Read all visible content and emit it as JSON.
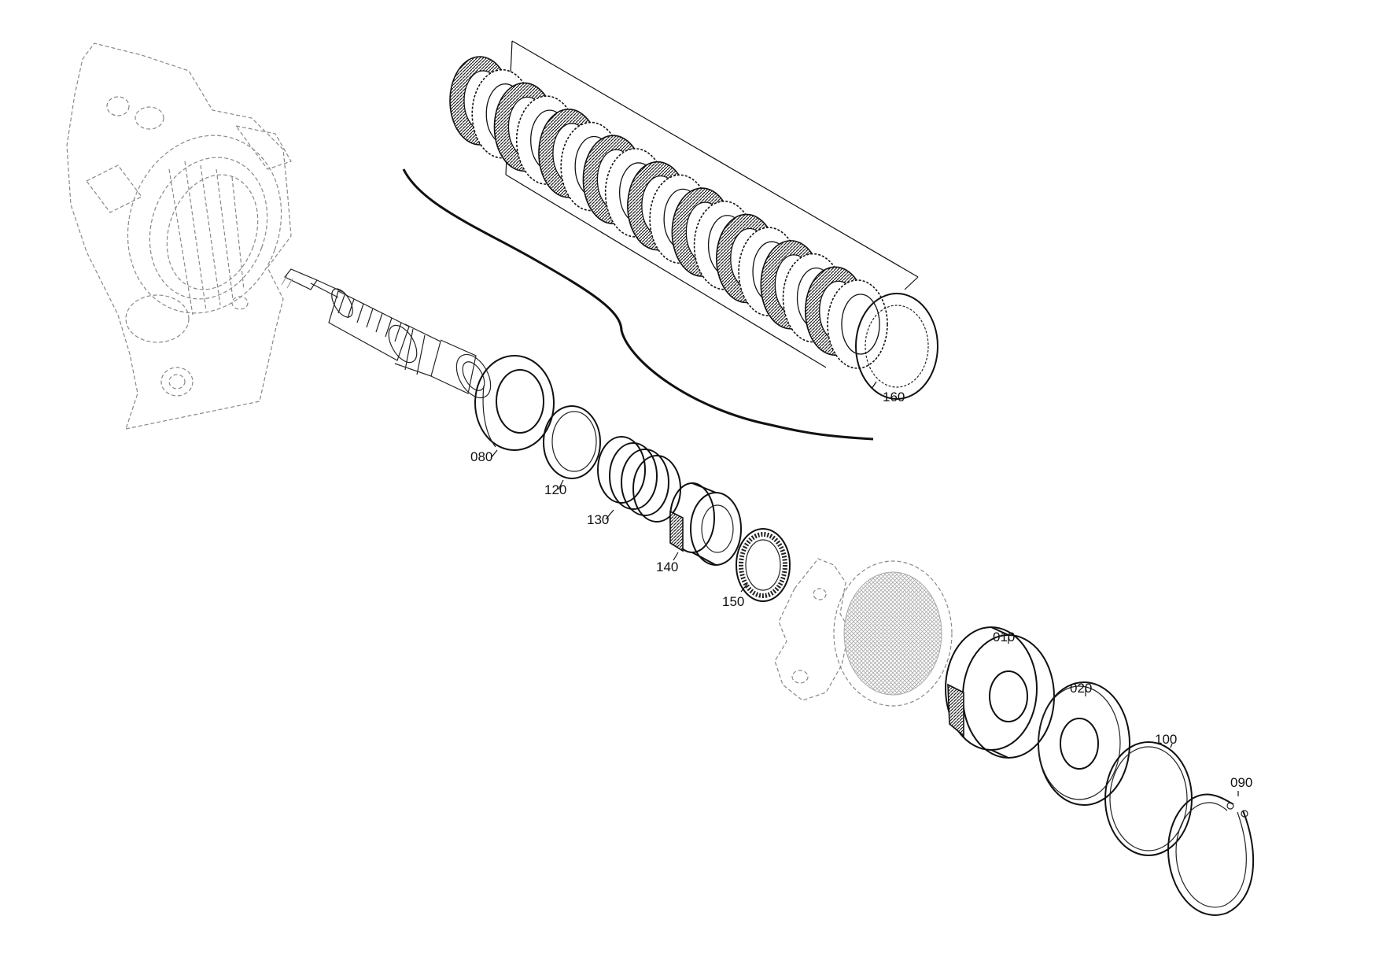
{
  "callouts": {
    "c160": "160",
    "c080": "080",
    "c120": "120",
    "c130": "130",
    "c140": "140",
    "c150": "150",
    "c010": "010",
    "c020": "020",
    "c100": "100",
    "c090": "090"
  }
}
